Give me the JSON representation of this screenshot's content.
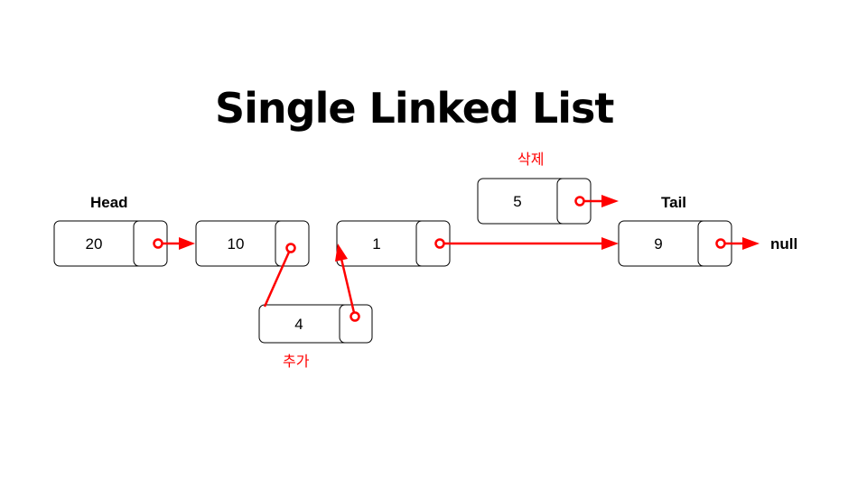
{
  "title": "Single Linked List",
  "labels": {
    "head": "Head",
    "tail": "Tail",
    "null": "null",
    "delete": "삭제",
    "add": "추가"
  },
  "nodes": {
    "n20": "20",
    "n10": "10",
    "n1": "1",
    "n9": "9",
    "n5": "5",
    "n4": "4"
  },
  "colors": {
    "pointer": "#ff0000",
    "annotation": "#ff0000"
  }
}
